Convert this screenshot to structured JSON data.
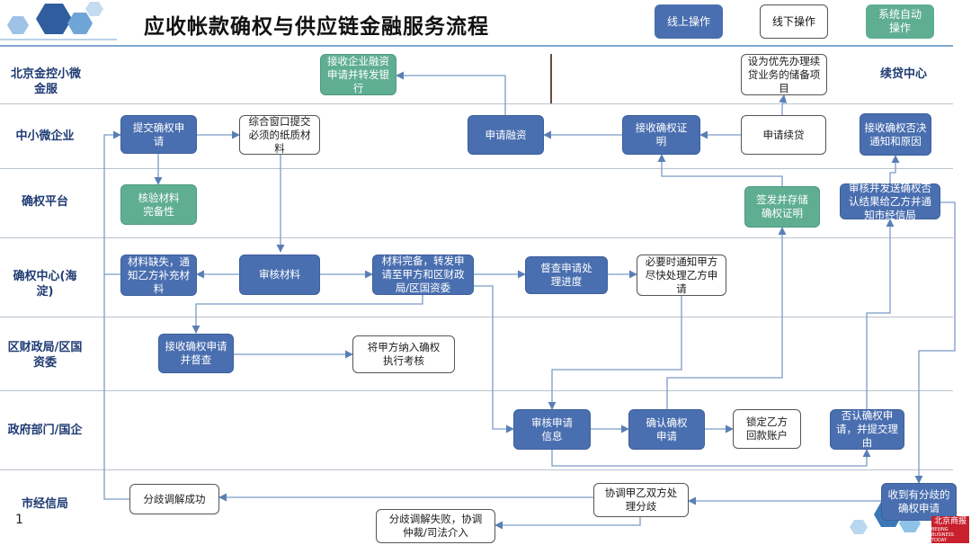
{
  "title": "应收帐款确权与供应链金融服务流程",
  "legend": {
    "online": "线上操作",
    "offline": "线下操作",
    "auto": "系统自动操作",
    "colors": {
      "online": "#4a6fb0",
      "offline": "#ffffff",
      "auto": "#5fae92"
    }
  },
  "lanes": {
    "beijing": "北京金控小微金服",
    "sme": "中小微企业",
    "platform": "确权平台",
    "center": "确权中心(海淀)",
    "district": "区财政局/区国资委",
    "gov": "政府部门/国企",
    "bureau": "市经信局",
    "renewal": "续贷中心"
  },
  "nodes": {
    "receive_financing": "接收企业融资申请并转发银行",
    "priority_project": "设为优先办理续贷业务的储备项目",
    "submit_request": "提交确权申请",
    "paper_materials": "综合窗口提交必须的纸质材料",
    "apply_financing": "申请融资",
    "receive_cert": "接收确权证明",
    "apply_renewal": "申请续贷",
    "receive_reject": "接收确权否决通知和原因",
    "verify_materials": "核验材料完备性",
    "issue_cert": "签发并存储确权证明",
    "review_reject": "审核并发送确权否认结果给乙方并通知市经信局",
    "missing_materials": "材料缺失，通知乙方补充材料",
    "review_materials": "审核材料",
    "forward_request": "材料完备，转发申请至甲方和区财政局/区国资委",
    "supervise_progress": "督查申请处理进度",
    "notify_party_a": "必要时通知甲方尽快处理乙方申请",
    "receive_supervise": "接收确权申请并督查",
    "include_assessment": "将甲方纳入确权执行考核",
    "review_info": "审核申请信息",
    "confirm_request": "确认确权申请",
    "lock_account": "锁定乙方回款账户",
    "deny_request": "否认确权申请，并提交理由",
    "mediation_success": "分歧调解成功",
    "coordinate": "协调甲乙双方处理分歧",
    "mediation_fail": "分歧调解失败，协调仲裁/司法介入",
    "receive_dispute": "收到有分歧的确权申请"
  },
  "page_number": "1",
  "watermark": {
    "main": "北京商报",
    "sub": "BEIJING BUSINESS TODAY"
  }
}
